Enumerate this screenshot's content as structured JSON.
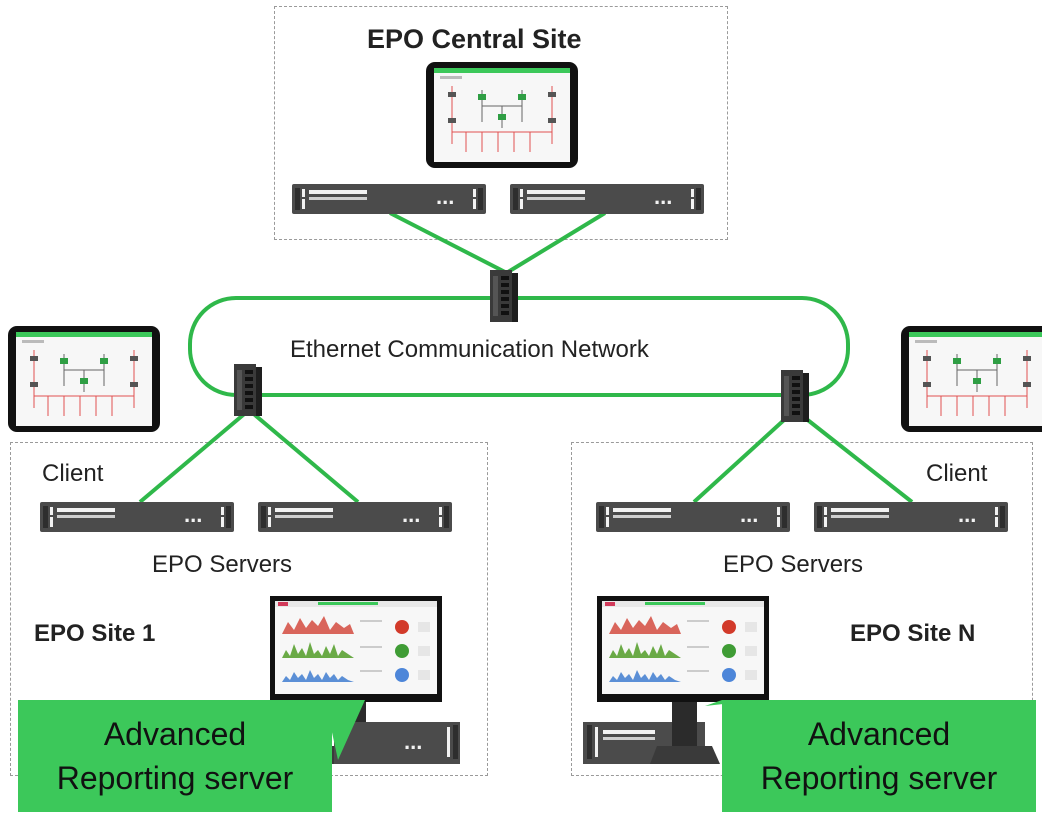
{
  "central_site": {
    "title": "EPO Central Site"
  },
  "network": {
    "label": "Ethernet Communication Network"
  },
  "site_1": {
    "title": "EPO Site 1",
    "client_label": "Client",
    "servers_label": "EPO Servers",
    "callout": [
      "Advanced",
      "Reporting server"
    ]
  },
  "site_n": {
    "title": "EPO Site N",
    "client_label": "Client",
    "servers_label": "EPO Servers",
    "callout": [
      "Advanced",
      "Reporting server"
    ]
  },
  "server_dots": "...",
  "colors": {
    "network_line": "#2fb84a",
    "callout_fill": "#3cc85a",
    "server_body": "#4b4b4b",
    "dashed_border": "#9a9a9a"
  },
  "icons": [
    "tablet-icon",
    "rack-server-icon",
    "network-switch-icon",
    "monitor-icon",
    "desktop-server-icon"
  ]
}
